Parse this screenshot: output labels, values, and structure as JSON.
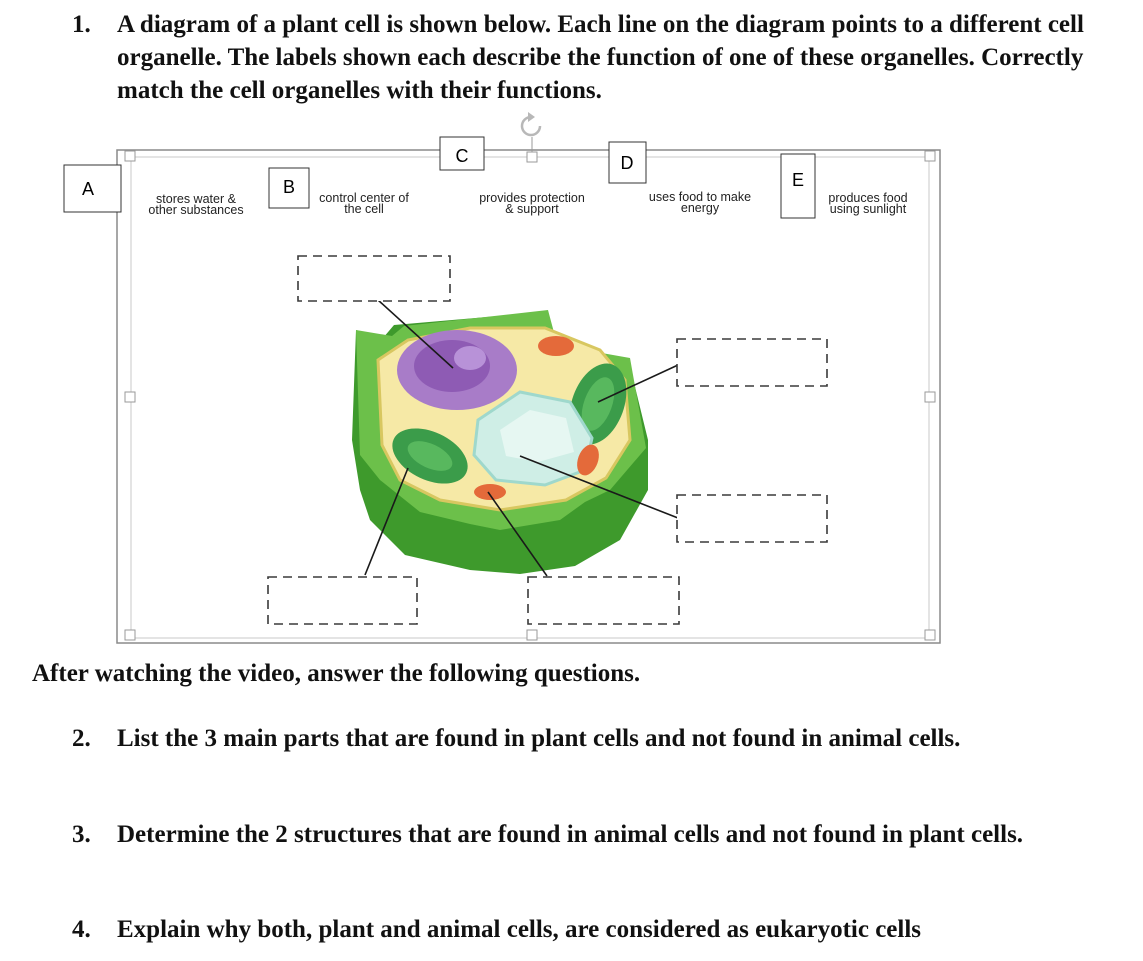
{
  "question1": {
    "number": "1.",
    "text": "A diagram of a plant cell is shown below. Each line on the diagram points to a different cell organelle. The labels shown each describe the function of one of these organelles. Correctly match the cell organelles with their functions."
  },
  "diagram": {
    "letters": [
      "A",
      "B",
      "C",
      "D",
      "E"
    ],
    "functions": [
      {
        "line1": "stores water &",
        "line2": "other substances"
      },
      {
        "line1": "control center of",
        "line2": "the cell"
      },
      {
        "line1": "provides protection",
        "line2": "& support"
      },
      {
        "line1": "uses food to make",
        "line2": "energy"
      },
      {
        "line1": "produces food",
        "line2": "using sunlight"
      }
    ],
    "colors": {
      "cell_wall": "#6cc04a",
      "cell_wall_dark": "#3e9a2c",
      "nucleus": "#9a6cc0",
      "chloroplast": "#3f9e4a",
      "vacuole": "#cfeee6",
      "mitochondria": "#e0683a"
    }
  },
  "after_text": "After watching the video, answer the following questions.",
  "question2": {
    "number": "2.",
    "text": "List the 3 main parts that are found in plant cells and not found in animal cells."
  },
  "question3": {
    "number": "3.",
    "text": "Determine the 2 structures that are found in animal cells and not found in plant cells."
  },
  "question4": {
    "number": "4.",
    "text": "Explain why both, plant and animal cells, are considered as eukaryotic cells"
  }
}
